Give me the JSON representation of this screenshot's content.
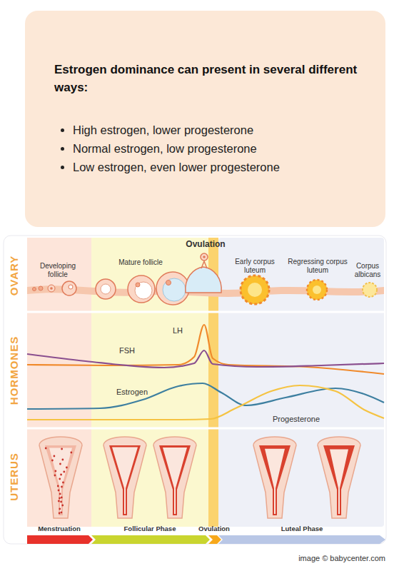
{
  "diagram": {
    "caption": "image © babycenter.com",
    "nodes": [
      {
        "text": [
          "Estrogen dominance can present in several different ways:",
          "High estrogen, lower progesterone",
          "Normal estrogen, low progesterone",
          "Low estrogen, even lower progesterone"
        ]
      },
      {
        "text": [
          "Menstruation"
        ]
      },
      {
        "text": [
          "Follicular Phase"
        ]
      },
      {
        "text": [
          "Ovulation"
        ]
      },
      {
        "text": [
          "Luteal Phase"
        ]
      }
    ],
    "labels": [
      "OVARY",
      "HORMONES",
      "UTERUS",
      "Ovulation",
      "Developing follicle",
      "Mature follicle",
      "Early corpus luteum",
      "Regressing corpus luteum",
      "Corpus albicans",
      "LH",
      "FSH",
      "Estrogen",
      "Progesterone"
    ]
  }
}
